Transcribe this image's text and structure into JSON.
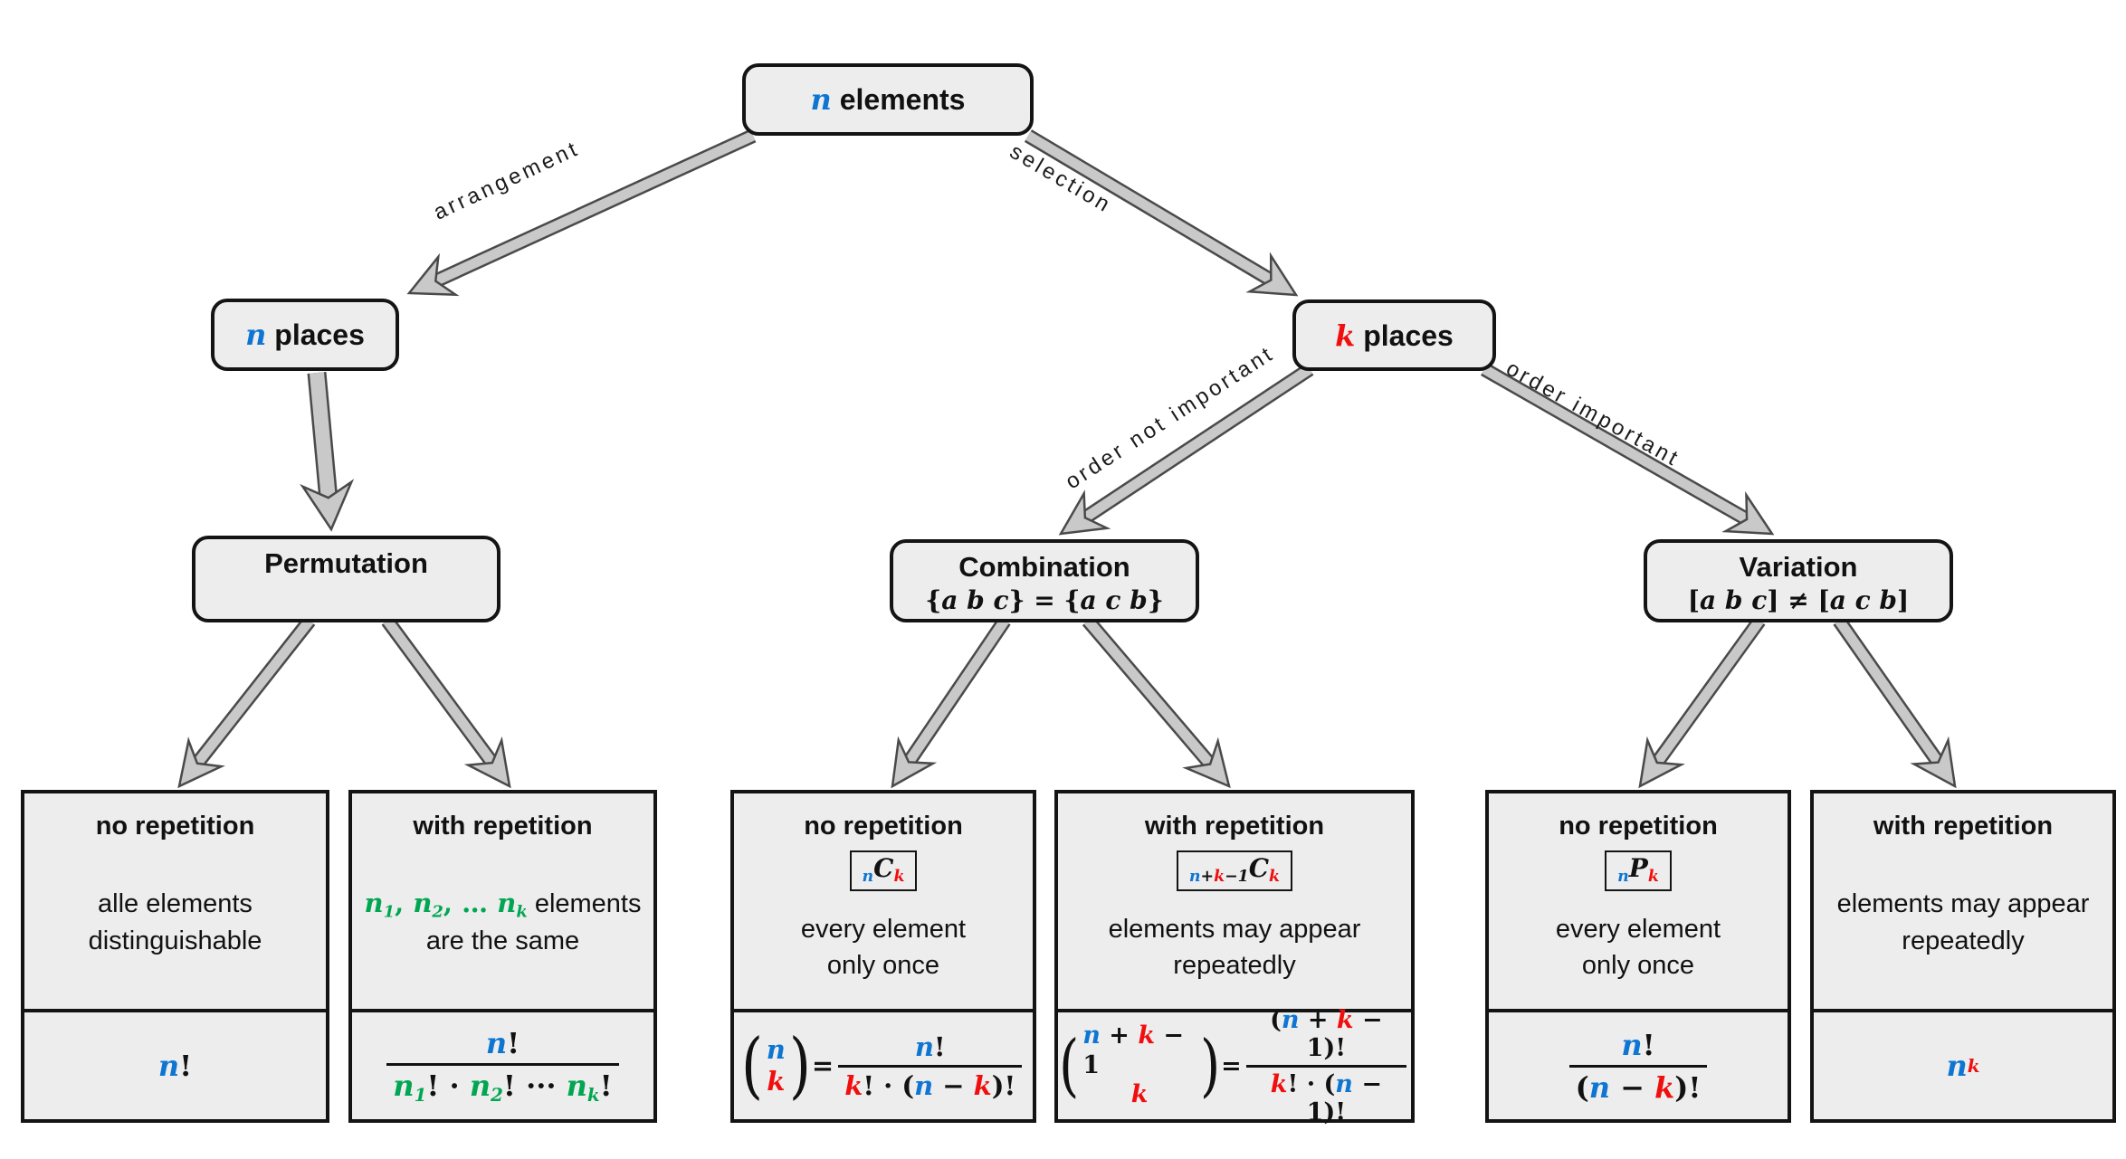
{
  "colors": {
    "blue": "#0e76d2",
    "red": "#f10e0e",
    "green": "#00a651",
    "box_fill": "#ededed",
    "box_border": "#141414",
    "arrow_fill": "#c9c9c9",
    "arrow_outline": "#4a4a4a"
  },
  "root": {
    "tokens": [
      {
        "t": "n",
        "v": true,
        "c": "blue"
      },
      {
        "t": " elements"
      }
    ]
  },
  "places_left": {
    "tokens": [
      {
        "t": "n",
        "v": true,
        "c": "blue"
      },
      {
        "t": " places"
      }
    ]
  },
  "places_right": {
    "tokens": [
      {
        "t": "k",
        "v": true,
        "c": "red"
      },
      {
        "t": " places"
      }
    ]
  },
  "edges": {
    "arrangement": "arrangement",
    "selection": "selection",
    "order_not_important": "order not important",
    "order_important": "order important"
  },
  "permutation": {
    "title": "Permutation",
    "subtitle": []
  },
  "combination": {
    "title": "Combination",
    "subtitle": [
      {
        "t": "{",
        "m": true
      },
      {
        "t": "a b c",
        "v": true
      },
      {
        "t": "} = {",
        "m": true
      },
      {
        "t": "a c b",
        "v": true
      },
      {
        "t": "}",
        "m": true
      }
    ]
  },
  "variation": {
    "title": "Variation",
    "subtitle": [
      {
        "t": "[",
        "m": true
      },
      {
        "t": "a b c",
        "v": true
      },
      {
        "t": "] ≠ [",
        "m": true
      },
      {
        "t": "a c b",
        "v": true
      },
      {
        "t": "]",
        "m": true
      }
    ]
  },
  "leaves": [
    {
      "title": "no repetition",
      "badge": null,
      "desc": [
        [
          {
            "t": "alle elements"
          }
        ],
        [
          {
            "t": "distinguishable"
          }
        ]
      ],
      "formula": [
        {
          "t": "n",
          "v": true,
          "c": "blue"
        },
        {
          "t": "!",
          "m": true
        }
      ]
    },
    {
      "title": "with repetition",
      "badge": null,
      "desc": [
        [
          {
            "t": "n",
            "v": true,
            "c": "green"
          },
          {
            "sub": "1",
            "c": "green"
          },
          {
            "t": ", ",
            "m": true,
            "c": "green"
          },
          {
            "t": "n",
            "v": true,
            "c": "green"
          },
          {
            "sub": "2",
            "c": "green"
          },
          {
            "t": ", … ",
            "m": true,
            "c": "green"
          },
          {
            "t": "n",
            "v": true,
            "c": "green"
          },
          {
            "sub": "k",
            "c": "green"
          },
          {
            "t": " elements"
          }
        ],
        [
          {
            "t": "are the same"
          }
        ]
      ],
      "formula": [
        {
          "frac": {
            "num": [
              {
                "t": "n",
                "v": true,
                "c": "blue"
              },
              {
                "t": "!",
                "m": true
              }
            ],
            "den": [
              {
                "t": "n",
                "v": true,
                "c": "green"
              },
              {
                "sub": "1",
                "c": "green"
              },
              {
                "t": "! · ",
                "m": true
              },
              {
                "t": "n",
                "v": true,
                "c": "green"
              },
              {
                "sub": "2",
                "c": "green"
              },
              {
                "t": "! ··· ",
                "m": true
              },
              {
                "t": "n",
                "v": true,
                "c": "green"
              },
              {
                "sub": "k",
                "c": "green"
              },
              {
                "t": "!",
                "m": true
              }
            ]
          }
        }
      ]
    },
    {
      "title": "no repetition",
      "badge": [
        {
          "sub": "n",
          "c": "blue"
        },
        {
          "t": "C",
          "v": true
        },
        {
          "sub": "k",
          "c": "red"
        }
      ],
      "desc": [
        [
          {
            "t": "every element"
          }
        ],
        [
          {
            "t": "only once"
          }
        ]
      ],
      "formula": [
        {
          "binom": {
            "top": [
              {
                "t": "n",
                "v": true,
                "c": "blue"
              }
            ],
            "bot": [
              {
                "t": "k",
                "v": true,
                "c": "red"
              }
            ]
          }
        },
        {
          "t": " = ",
          "m": true
        },
        {
          "frac": {
            "num": [
              {
                "t": "n",
                "v": true,
                "c": "blue"
              },
              {
                "t": "!",
                "m": true
              }
            ],
            "den": [
              {
                "t": "k",
                "v": true,
                "c": "red"
              },
              {
                "t": "! · (",
                "m": true
              },
              {
                "t": "n",
                "v": true,
                "c": "blue"
              },
              {
                "t": " − ",
                "m": true
              },
              {
                "t": "k",
                "v": true,
                "c": "red"
              },
              {
                "t": ")!",
                "m": true
              }
            ]
          }
        }
      ]
    },
    {
      "title": "with repetition",
      "badge": [
        {
          "sub": "n",
          "c": "blue"
        },
        {
          "sub": "+"
        },
        {
          "sub": "k",
          "c": "red"
        },
        {
          "sub": "−1"
        },
        {
          "t": "C",
          "v": true
        },
        {
          "sub": "k",
          "c": "red"
        }
      ],
      "desc": [
        [
          {
            "t": "elements may appear"
          }
        ],
        [
          {
            "t": "repeatedly"
          }
        ]
      ],
      "formula": [
        {
          "binom": {
            "top": [
              {
                "t": "n",
                "v": true,
                "c": "blue"
              },
              {
                "t": " + ",
                "m": true
              },
              {
                "t": "k",
                "v": true,
                "c": "red"
              },
              {
                "t": " − 1",
                "m": true
              }
            ],
            "bot": [
              {
                "t": "k",
                "v": true,
                "c": "red"
              }
            ]
          }
        },
        {
          "t": " = ",
          "m": true
        },
        {
          "frac": {
            "num": [
              {
                "t": "(",
                "m": true
              },
              {
                "t": "n",
                "v": true,
                "c": "blue"
              },
              {
                "t": " + ",
                "m": true
              },
              {
                "t": "k",
                "v": true,
                "c": "red"
              },
              {
                "t": " − 1)!",
                "m": true
              }
            ],
            "den": [
              {
                "t": "k",
                "v": true,
                "c": "red"
              },
              {
                "t": "! · (",
                "m": true
              },
              {
                "t": "n",
                "v": true,
                "c": "blue"
              },
              {
                "t": " − 1)!",
                "m": true
              }
            ]
          }
        }
      ]
    },
    {
      "title": "no repetition",
      "badge": [
        {
          "sub": "n",
          "c": "blue"
        },
        {
          "t": "P",
          "v": true
        },
        {
          "sub": "k",
          "c": "red"
        }
      ],
      "desc": [
        [
          {
            "t": "every element"
          }
        ],
        [
          {
            "t": "only once"
          }
        ]
      ],
      "formula": [
        {
          "frac": {
            "num": [
              {
                "t": "n",
                "v": true,
                "c": "blue"
              },
              {
                "t": "!",
                "m": true
              }
            ],
            "den": [
              {
                "t": "(",
                "m": true
              },
              {
                "t": "n",
                "v": true,
                "c": "blue"
              },
              {
                "t": " − ",
                "m": true
              },
              {
                "t": "k",
                "v": true,
                "c": "red"
              },
              {
                "t": ")!",
                "m": true
              }
            ]
          }
        }
      ]
    },
    {
      "title": "with repetition",
      "badge": null,
      "desc": [
        [
          {
            "t": "elements may appear"
          }
        ],
        [
          {
            "t": "repeatedly"
          }
        ]
      ],
      "formula": [
        {
          "t": "n",
          "v": true,
          "c": "blue"
        },
        {
          "sup": "k",
          "c": "red"
        }
      ]
    }
  ]
}
